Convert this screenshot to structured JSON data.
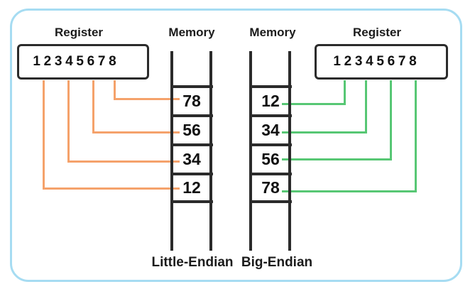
{
  "colors": {
    "frame_blue": "#A6DCF2",
    "stroke_black": "#2B2B2B",
    "little_endian_orange": "#F5A26B",
    "big_endian_green": "#57C774"
  },
  "left_panel": {
    "register_label": "Register",
    "memory_label": "Memory",
    "digits": [
      "1",
      "2",
      "3",
      "4",
      "5",
      "6",
      "7",
      "8"
    ],
    "memory_cells": [
      "78",
      "56",
      "34",
      "12"
    ],
    "caption": "Little-Endian"
  },
  "right_panel": {
    "register_label": "Register",
    "memory_label": "Memory",
    "digits": [
      "1",
      "2",
      "3",
      "4",
      "5",
      "6",
      "7",
      "8"
    ],
    "memory_cells": [
      "12",
      "34",
      "56",
      "78"
    ],
    "caption": "Big-Endian"
  }
}
